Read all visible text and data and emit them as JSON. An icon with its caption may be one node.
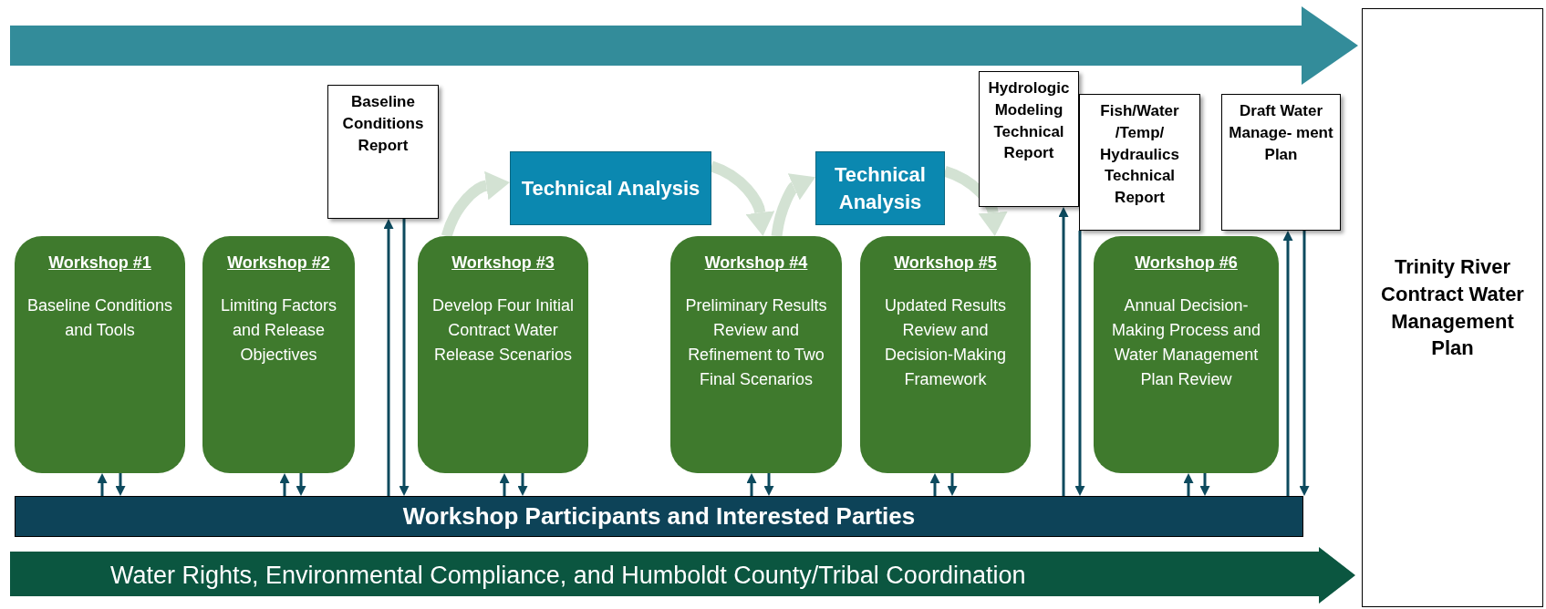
{
  "diagram": {
    "nodes": [
      {
        "text": [
          "Baseline Conditions Report"
        ]
      },
      {
        "text": [
          "Technical Analysis"
        ]
      },
      {
        "text": [
          "Technical Analysis"
        ]
      },
      {
        "text": [
          "Hydrologic Modeling Technical Report"
        ]
      },
      {
        "text": [
          "Fish/Water /Temp/ Hydraulics Technical Report"
        ]
      },
      {
        "text": [
          "Draft Water Manage- ment Plan"
        ]
      },
      {
        "text": [
          "Trinity River Contract Water Management Plan"
        ]
      },
      {
        "text": [
          "Workshop #1",
          "Baseline Conditions and Tools"
        ]
      },
      {
        "text": [
          "Workshop #2",
          "Limiting Factors and Release Objectives"
        ]
      },
      {
        "text": [
          "Workshop #3",
          "Develop Four Initial Contract Water Release Scenarios"
        ]
      },
      {
        "text": [
          "Workshop #4",
          "Preliminary Results Review and Refinement to Two Final Scenarios"
        ]
      },
      {
        "text": [
          "Workshop #5",
          "Updated Results Review and Decision-Making Framework"
        ]
      },
      {
        "text": [
          "Workshop #6",
          "Annual Decision-Making Process and Water Management Plan Review"
        ]
      },
      {
        "text": [
          "Workshop Participants and Interested Parties"
        ]
      },
      {
        "text": [
          "Water Rights, Environmental Compliance, and Humboldt County/Tribal Coordination"
        ]
      }
    ],
    "edges": [
      {
        "from": 13,
        "to": 7,
        "arrow": "to"
      },
      {
        "from": 7,
        "to": 13,
        "arrow": "to"
      },
      {
        "from": 13,
        "to": 8,
        "arrow": "to"
      },
      {
        "from": 8,
        "to": 13,
        "arrow": "to"
      },
      {
        "from": 13,
        "to": 0,
        "arrow": "to"
      },
      {
        "from": 0,
        "to": 13,
        "arrow": "to"
      },
      {
        "from": 13,
        "to": 9,
        "arrow": "to"
      },
      {
        "from": 9,
        "to": 13,
        "arrow": "to"
      },
      {
        "from": 9,
        "to": 1,
        "arrow": "to",
        "style": "thick",
        "color": "#d3e2d3"
      },
      {
        "from": 1,
        "to": 10,
        "arrow": "to",
        "style": "thick",
        "color": "#d3e2d3"
      },
      {
        "from": 10,
        "to": 2,
        "arrow": "to",
        "style": "thick",
        "color": "#d3e2d3"
      },
      {
        "from": 2,
        "to": 11,
        "arrow": "to",
        "style": "thick",
        "color": "#d3e2d3"
      },
      {
        "from": 13,
        "to": 10,
        "arrow": "to"
      },
      {
        "from": 10,
        "to": 13,
        "arrow": "to"
      },
      {
        "from": 13,
        "to": 11,
        "arrow": "to"
      },
      {
        "from": 11,
        "to": 13,
        "arrow": "to"
      },
      {
        "from": 13,
        "to": 3,
        "arrow": "to"
      },
      {
        "from": 4,
        "to": 13,
        "arrow": "to"
      },
      {
        "from": 13,
        "to": 12,
        "arrow": "to"
      },
      {
        "from": 12,
        "to": 13,
        "arrow": "to"
      },
      {
        "from": 13,
        "to": 5,
        "arrow": "to"
      },
      {
        "from": 5,
        "to": 13,
        "arrow": "to"
      },
      {
        "from": null,
        "to": 6,
        "arrow": "to",
        "style": "thick",
        "color": "#338c9a"
      }
    ]
  }
}
